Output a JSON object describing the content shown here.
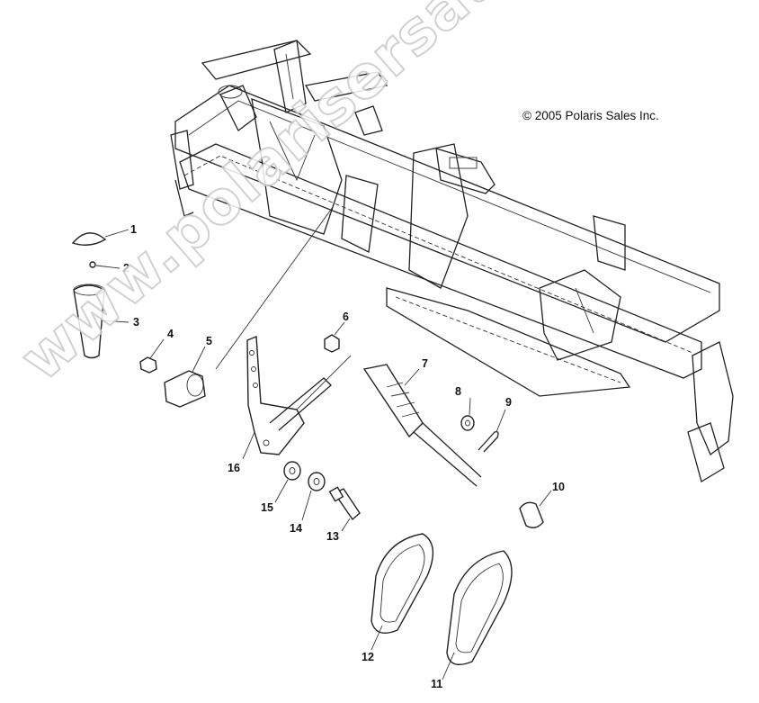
{
  "copyright": "© 2005 Polaris Sales Inc.",
  "watermark": "www.polarisersatzteile.de",
  "callouts": [
    {
      "id": "c1",
      "text": "1"
    },
    {
      "id": "c2",
      "text": "2"
    },
    {
      "id": "c3",
      "text": "3"
    },
    {
      "id": "c4",
      "text": "4"
    },
    {
      "id": "c5",
      "text": "5"
    },
    {
      "id": "c6",
      "text": "6"
    },
    {
      "id": "c7",
      "text": "7"
    },
    {
      "id": "c8",
      "text": "8"
    },
    {
      "id": "c9",
      "text": "9"
    },
    {
      "id": "c10",
      "text": "10"
    },
    {
      "id": "c11",
      "text": "11"
    },
    {
      "id": "c12",
      "text": "12"
    },
    {
      "id": "c13",
      "text": "13"
    },
    {
      "id": "c14",
      "text": "14"
    },
    {
      "id": "c15",
      "text": "15"
    },
    {
      "id": "c16",
      "text": "16"
    }
  ]
}
